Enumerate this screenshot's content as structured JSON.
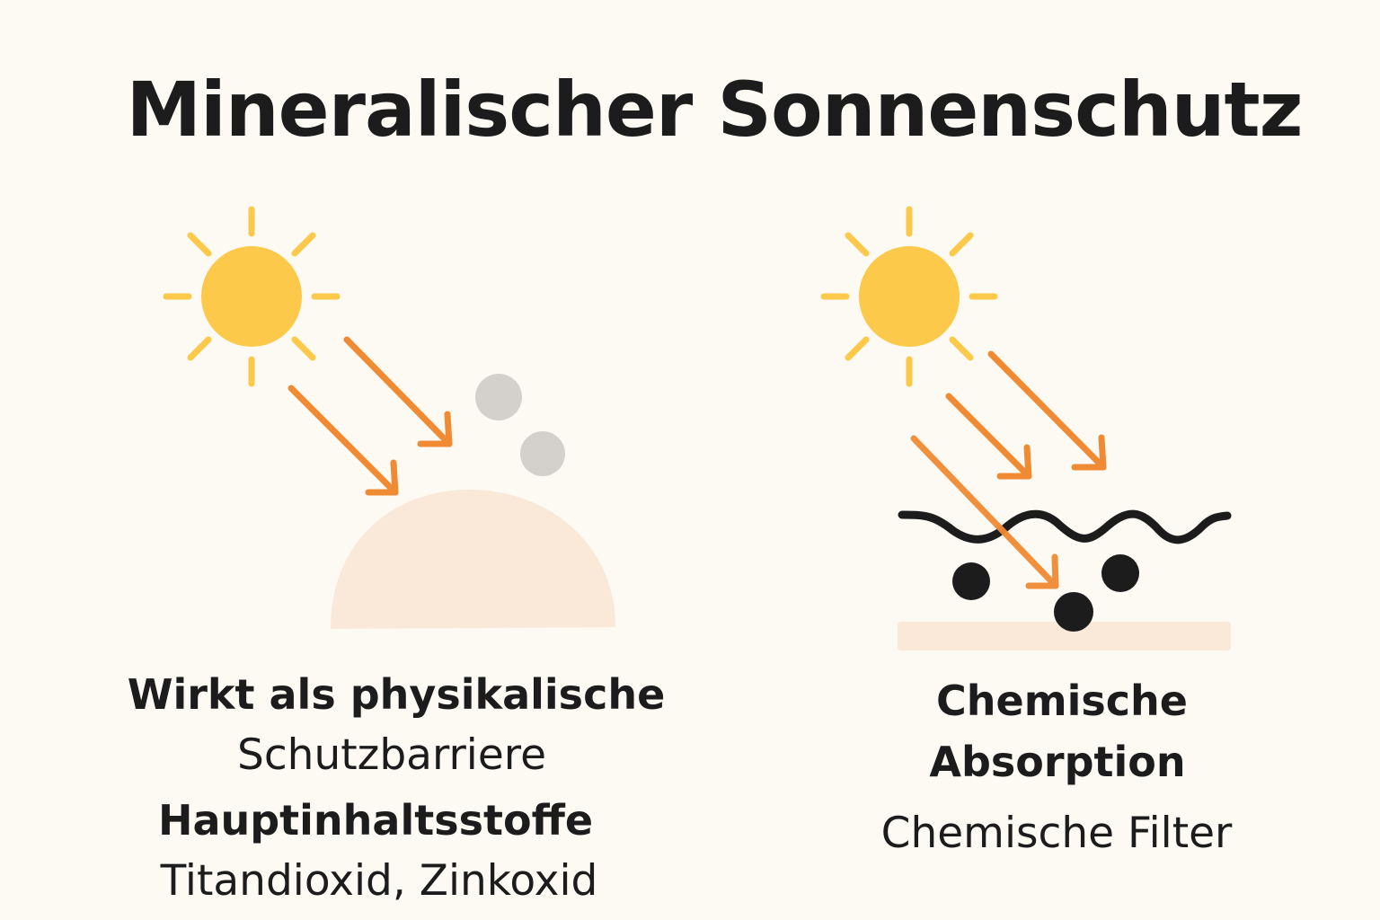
{
  "title": "Mineralischer Sonnenschutz",
  "left_panel": {
    "heading": "Wirkt als physikalische",
    "heading_cont": "Schutzbarriere",
    "ingredients_label": "Hauptinhaltsstoffe",
    "ingredients": "Titandioxid, Zinkoxid"
  },
  "right_panel": {
    "heading_line1": "Chemische",
    "heading_line2": "Absorption",
    "subtitle": "Chemische Filter"
  },
  "colors": {
    "sun": "#fdc94a",
    "arrow": "#f08a33",
    "skin": "#fae8d8",
    "particle": "#d4d1cc",
    "dark": "#1c1c1c",
    "background": "#fcfaf3"
  }
}
